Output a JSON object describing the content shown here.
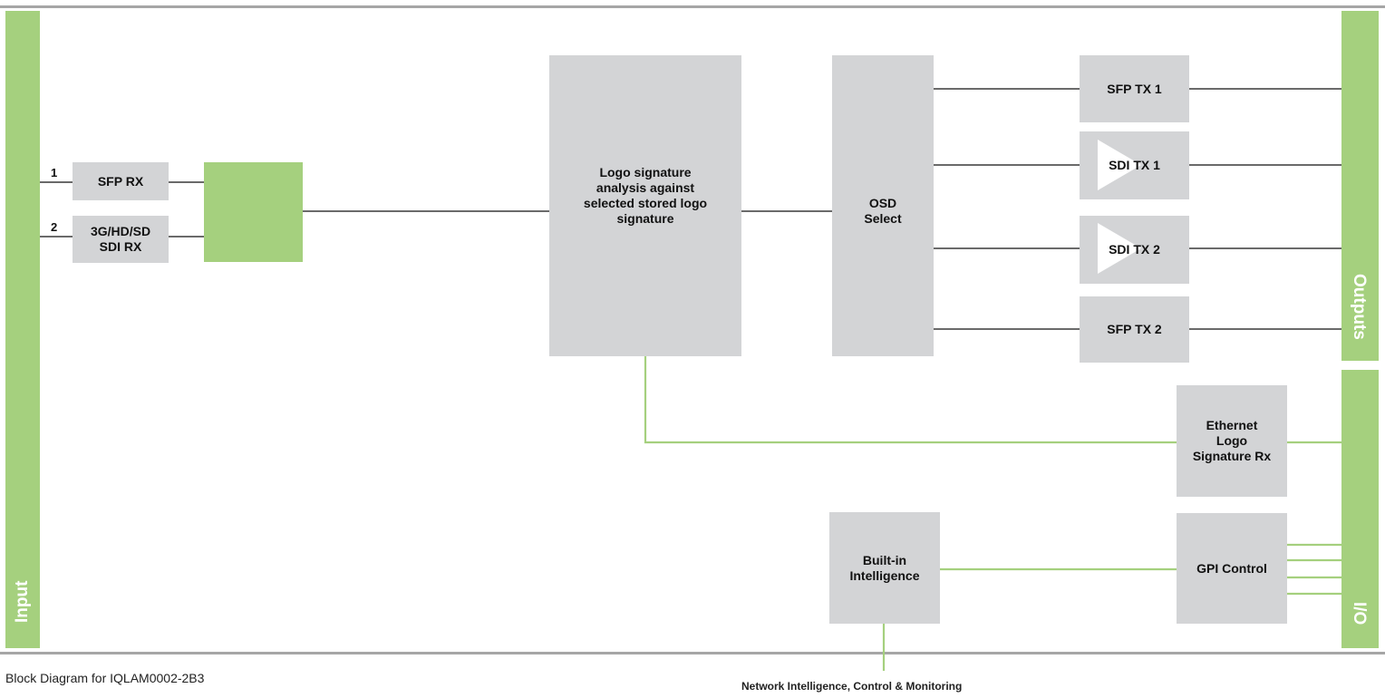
{
  "colors": {
    "accent_green": "#a5d07e",
    "block_gray": "#d3d4d6",
    "rule_gray": "#a6a6a6"
  },
  "bars": {
    "input": "Input",
    "outputs": "Outputs",
    "io": "I/O"
  },
  "inputs": {
    "in1": "1",
    "in2": "2"
  },
  "blocks": {
    "sfp_rx": "SFP RX",
    "sdi_rx_line1": "3G/HD/SD",
    "sdi_rx_line2": "SDI RX",
    "logo_l1": "Logo signature",
    "logo_l2": "analysis against",
    "logo_l3": "selected stored logo",
    "logo_l4": "signature",
    "osd_l1": "OSD",
    "osd_l2": "Select",
    "sfp_tx1": "SFP TX 1",
    "sdi_tx1": "SDI TX 1",
    "sdi_tx2": "SDI TX 2",
    "sfp_tx2": "SFP TX 2",
    "eth_l1": "Ethernet",
    "eth_l2": "Logo",
    "eth_l3": "Signature Rx",
    "bi_l1": "Built-in",
    "bi_l2": "Intelligence",
    "gpi": "GPI Control"
  },
  "captions": {
    "diagram_title": "Block Diagram for IQLAM0002-2B3",
    "network": "Network Intelligence, Control & Monitoring"
  }
}
